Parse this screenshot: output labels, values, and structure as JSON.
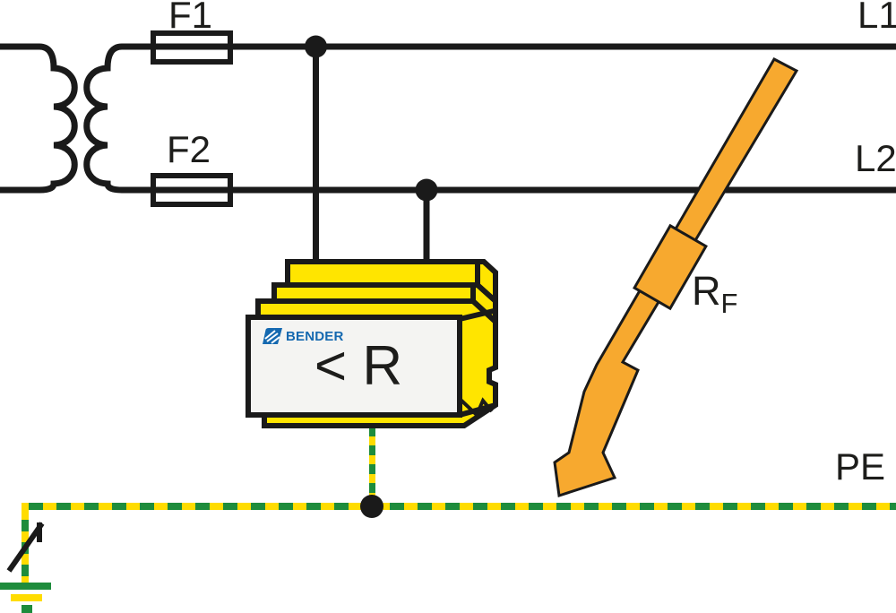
{
  "labels": {
    "fuse_top": "F1",
    "fuse_bottom": "F2",
    "phase_top": "L1",
    "phase_bottom": "L2",
    "earth": "PE",
    "fault_resistance_main": "R",
    "fault_resistance_sub": "F",
    "device_text": "< R",
    "brand": "BENDER"
  },
  "colors": {
    "wire_black": "#1a1a1a",
    "device_yellow": "#ffe500",
    "device_label_bg": "#f4f4f2",
    "bolt_orange": "#f7a92f",
    "pe_green": "#1e8c3c",
    "pe_yellow": "#ffdc00",
    "brand_blue": "#1569b0",
    "text": "#1d1d1b"
  }
}
